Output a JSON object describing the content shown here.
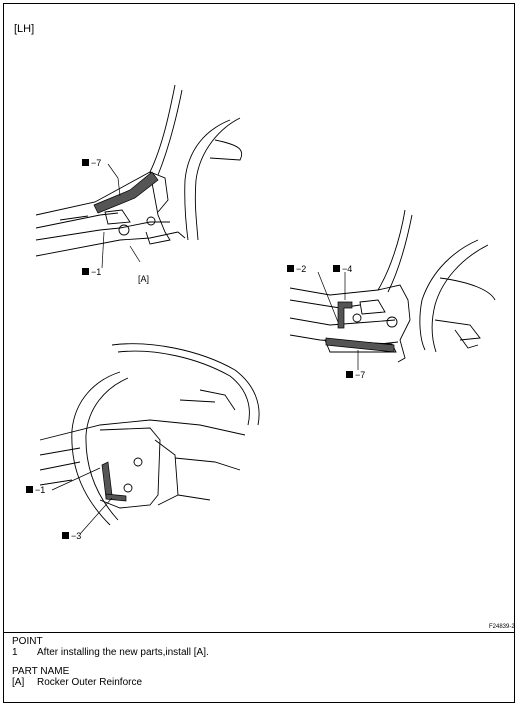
{
  "header": {
    "side": "[LH]"
  },
  "figure_id": "F24839-2",
  "callouts": {
    "view1": {
      "c7": "−7",
      "c1": "−1",
      "ref": "[A]"
    },
    "view2": {
      "c2": "−2",
      "c4": "−4",
      "c7": "−7"
    },
    "view3": {
      "c1": "−1",
      "c3": "−3"
    }
  },
  "notes": {
    "point_heading": "POINT",
    "point_items": [
      {
        "num": "1",
        "text": "After installing the new parts,install [A]."
      }
    ],
    "part_heading": "PART NAME",
    "part_items": [
      {
        "key": "[A]",
        "text": "Rocker Outer Reinforce"
      }
    ]
  }
}
